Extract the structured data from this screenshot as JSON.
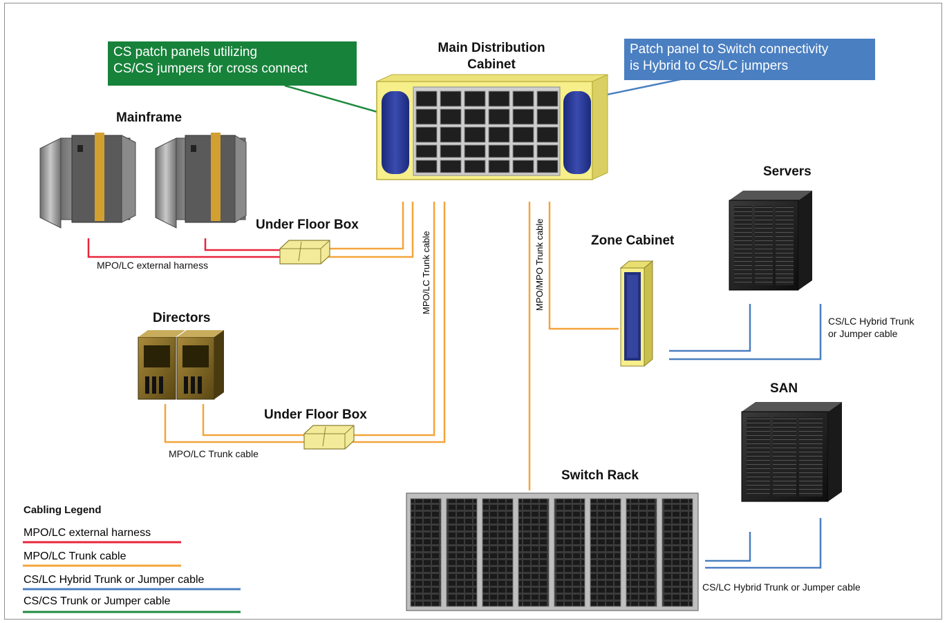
{
  "callouts": {
    "green": [
      "CS patch panels utilizing",
      "CS/CS jumpers for cross connect"
    ],
    "blue": [
      "Patch panel to Switch connectivity",
      "is Hybrid to CS/LC jumpers"
    ]
  },
  "titles": {
    "mdc": [
      "Main Distribution",
      "Cabinet"
    ],
    "mainframe": "Mainframe",
    "ufb1": "Under Floor Box",
    "ufb2": "Under Floor Box",
    "directors": "Directors",
    "servers": "Servers",
    "zone": "Zone Cabinet",
    "san": "SAN",
    "switch": "Switch Rack"
  },
  "cable_labels": {
    "harness": "MPO/LC external harness",
    "trunk_dir": "MPO/LC Trunk cable",
    "trunk_vert": "MPO/LC Trunk cable",
    "mpo_mpo": "MPO/MPO Trunk cable",
    "hybrid_servers": [
      "CS/LC  Hybrid Trunk",
      "or Jumper cable"
    ],
    "hybrid_switch": "CS/LC  Hybrid Trunk or Jumper cable"
  },
  "legend": {
    "title": "Cabling Legend",
    "items": [
      {
        "label": "MPO/LC external harness",
        "color": "#e8253a"
      },
      {
        "label": "MPO/LC Trunk cable",
        "color": "#f4a43a"
      },
      {
        "label": "CS/LC  Hybrid Trunk or Jumper cable",
        "color": "#4a7fc1"
      },
      {
        "label": "CS/CS Trunk or Jumper cable",
        "color": "#1f8a3d"
      }
    ]
  },
  "colors": {
    "red": "#e8253a",
    "orange": "#f4a43a",
    "blue": "#4a7fc1",
    "green": "#1f8a3d",
    "callout_green": "#17823a",
    "callout_blue": "#4a7fc1",
    "cabinet_yellow": "#f6ef8a"
  }
}
